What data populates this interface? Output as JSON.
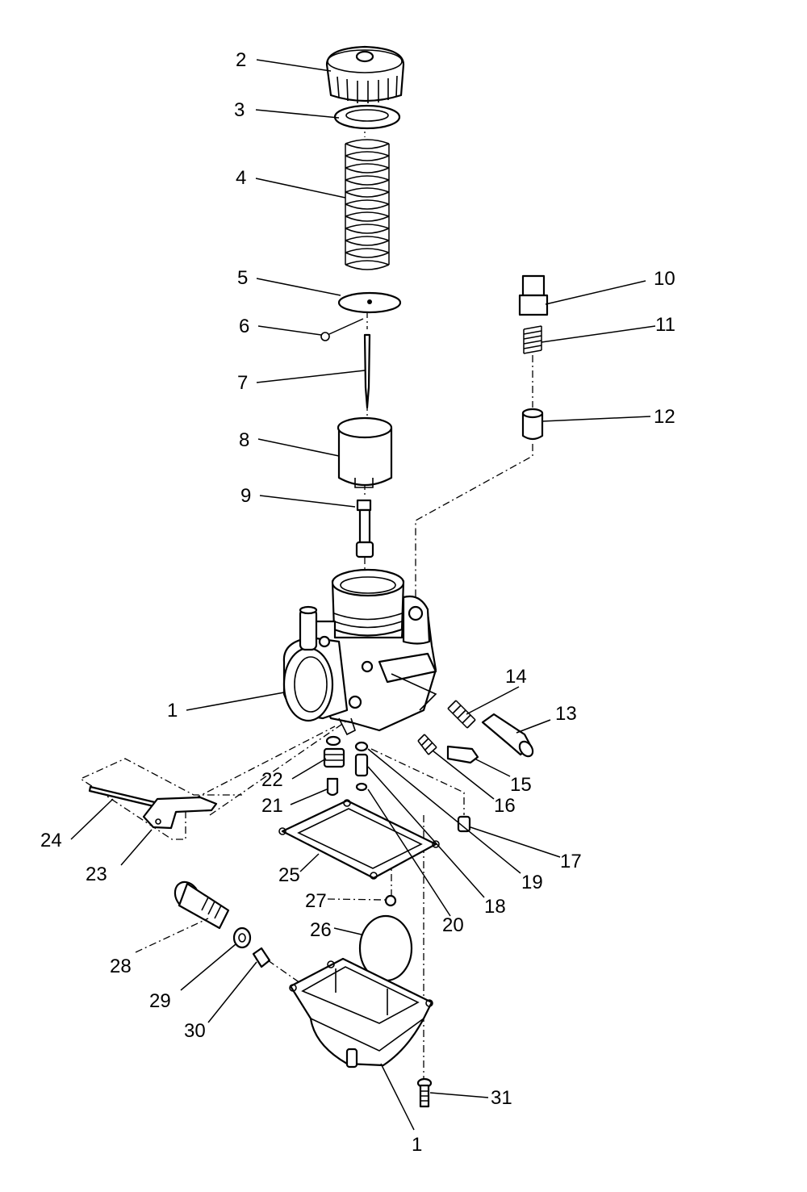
{
  "diagram": {
    "parts": [
      {
        "id": "cap",
        "number": "2"
      },
      {
        "id": "washer",
        "number": "3"
      },
      {
        "id": "spring",
        "number": "4"
      },
      {
        "id": "needle-retainer",
        "number": "5"
      },
      {
        "id": "e-clip",
        "number": "6"
      },
      {
        "id": "jet-needle",
        "number": "7"
      },
      {
        "id": "throttle-valve",
        "number": "8"
      },
      {
        "id": "needle-jet",
        "number": "9"
      },
      {
        "id": "fitting",
        "number": "10"
      },
      {
        "id": "small-spring",
        "number": "11"
      },
      {
        "id": "plunger",
        "number": "12"
      },
      {
        "id": "throttle-stop-screw",
        "number": "13"
      },
      {
        "id": "stop-screw-spring",
        "number": "14"
      },
      {
        "id": "air-screw",
        "number": "15"
      },
      {
        "id": "air-screw-spring",
        "number": "16"
      },
      {
        "id": "pilot-plug",
        "number": "17"
      },
      {
        "id": "pilot-jet",
        "number": "18"
      },
      {
        "id": "o-ring-a",
        "number": "19"
      },
      {
        "id": "o-ring-b",
        "number": "20"
      },
      {
        "id": "inlet-needle",
        "number": "21"
      },
      {
        "id": "valve-seat",
        "number": "22"
      },
      {
        "id": "float-arm",
        "number": "23"
      },
      {
        "id": "float-pin",
        "number": "24"
      },
      {
        "id": "float-bowl-gasket",
        "number": "25"
      },
      {
        "id": "float",
        "number": "26"
      },
      {
        "id": "float-ball",
        "number": "27"
      },
      {
        "id": "drain-bolt",
        "number": "28"
      },
      {
        "id": "drain-washer",
        "number": "29"
      },
      {
        "id": "main-jet",
        "number": "30"
      },
      {
        "id": "bowl-screw",
        "number": "31"
      },
      {
        "id": "carb-body",
        "number": "1"
      },
      {
        "id": "float-bowl",
        "number": "1"
      }
    ]
  }
}
